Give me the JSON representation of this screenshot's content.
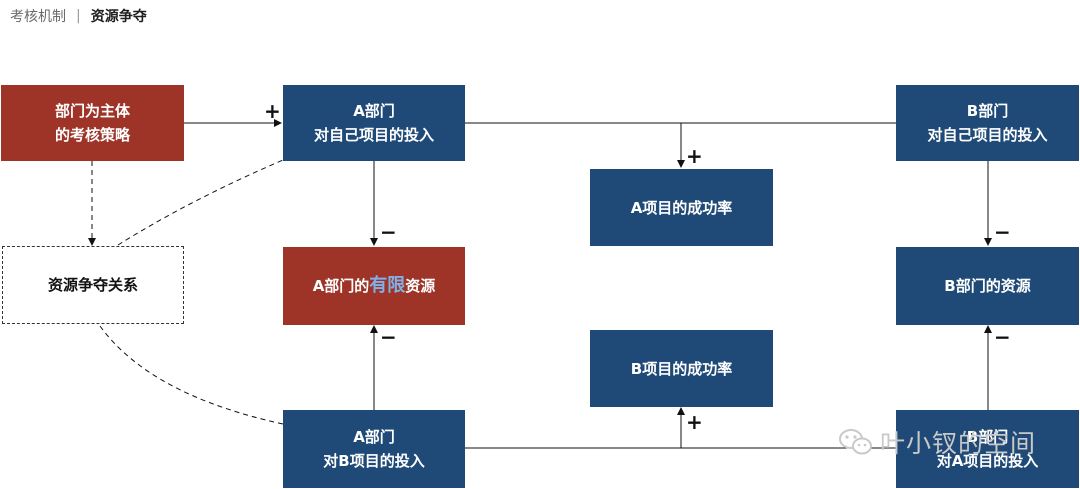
{
  "header": {
    "breadcrumb_1": "考核机制",
    "separator": "|",
    "breadcrumb_2": "资源争夺"
  },
  "nodes": {
    "dept_strategy": [
      "部门为主体",
      "的考核策略"
    ],
    "resource_competition": "资源争夺关系",
    "a_invest_own": [
      "A部门",
      "对自己项目的投入"
    ],
    "a_limited_resource": {
      "before": "A部门的",
      "highlight": "有限",
      "after": "资源"
    },
    "a_invest_b": [
      "A部门",
      "对B项目的投入"
    ],
    "a_success": "A项目的成功率",
    "b_success": "B项目的成功率",
    "b_invest_own": [
      "B部门",
      "对自己项目的投入"
    ],
    "b_resource": "B部门的资源",
    "b_invest_a": [
      "B部门",
      "对A项目的投入"
    ]
  },
  "signs": {
    "strategy_to_a_invest": "+",
    "a_invest_to_a_resource": "−",
    "a_invest_b_to_a_resource": "−",
    "to_a_success": "+",
    "to_b_success": "+",
    "b_invest_to_b_resource": "−",
    "b_invest_a_to_b_resource": "−"
  },
  "watermark": "叶小钗的空间",
  "colors": {
    "navy": "#1f4a78",
    "red": "#9d3427",
    "highlight": "#7fb0ea"
  }
}
